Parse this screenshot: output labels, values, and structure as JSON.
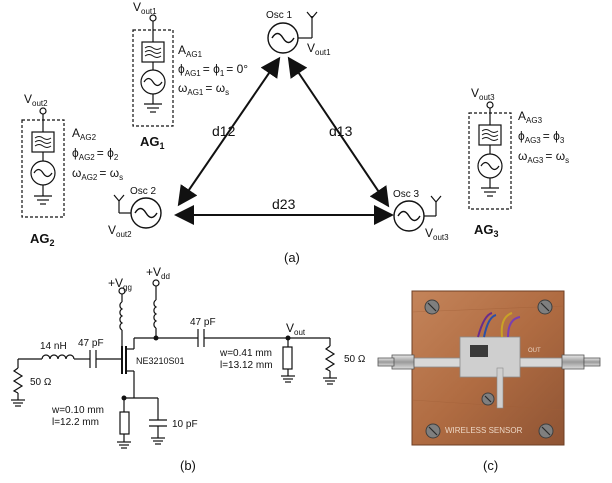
{
  "panel_a": {
    "caption": "(a)",
    "osc1": {
      "label": "Osc 1",
      "vout": "V",
      "vout_sub": "out1"
    },
    "osc2": {
      "label": "Osc 2",
      "vout": "V",
      "vout_sub": "out2"
    },
    "osc3": {
      "label": "Osc 3",
      "vout": "V",
      "vout_sub": "out3"
    },
    "distances": {
      "d12": "d12",
      "d13": "d13",
      "d23": "d23"
    },
    "ag1": {
      "name": "AG",
      "name_sub": "1",
      "vout": "V",
      "vout_sub": "out1",
      "amp": "A",
      "amp_sub": "AG1",
      "phase_sym": "ϕ",
      "phase_sub": "AG1",
      "phase_rhs": "= ϕ",
      "phase_rhs_sub": "1",
      "phase_tail": "= 0°",
      "freq_sym": "ω",
      "freq_sub": "AG1",
      "freq_rhs": "= ω",
      "freq_rhs_sub": "s"
    },
    "ag2": {
      "name": "AG",
      "name_sub": "2",
      "vout": "V",
      "vout_sub": "out2",
      "amp": "A",
      "amp_sub": "AG2",
      "phase_sym": "ϕ",
      "phase_sub": "AG2",
      "phase_rhs": "= ϕ",
      "phase_rhs_sub": "2",
      "freq_sym": "ω",
      "freq_sub": "AG2",
      "freq_rhs": "= ω",
      "freq_rhs_sub": "s"
    },
    "ag3": {
      "name": "AG",
      "name_sub": "3",
      "vout": "V",
      "vout_sub": "out3",
      "amp": "A",
      "amp_sub": "AG3",
      "phase_sym": "ϕ",
      "phase_sub": "AG3",
      "phase_rhs": "= ϕ",
      "phase_rhs_sub": "3",
      "freq_sym": "ω",
      "freq_sub": "AG3",
      "freq_rhs": "= ω",
      "freq_rhs_sub": "s"
    }
  },
  "panel_b": {
    "caption": "(b)",
    "vgg": "+V",
    "vgg_sub": "gg",
    "vdd": "+V",
    "vdd_sub": "dd",
    "vout": "V",
    "vout_sub": "out",
    "inductor": "14 nH",
    "cap_in": "47 pF",
    "cap_out": "47 pF",
    "transistor": "NE3210S01",
    "r_in": "50 Ω",
    "r_out": "50 Ω",
    "line_out_w": "w=0.41 mm",
    "line_out_l": "l=13.12 mm",
    "line_src_w": "w=0.10 mm",
    "line_src_l": "l=12.2 mm",
    "cap_src": "10 pF"
  },
  "panel_c": {
    "caption": "(c)",
    "board_text": "WIRELESS SENSOR",
    "board_label_out": "OUT",
    "colors": {
      "board": "#b5734a",
      "board_dark": "#8c5232",
      "metal": "#c9c9c9"
    }
  }
}
